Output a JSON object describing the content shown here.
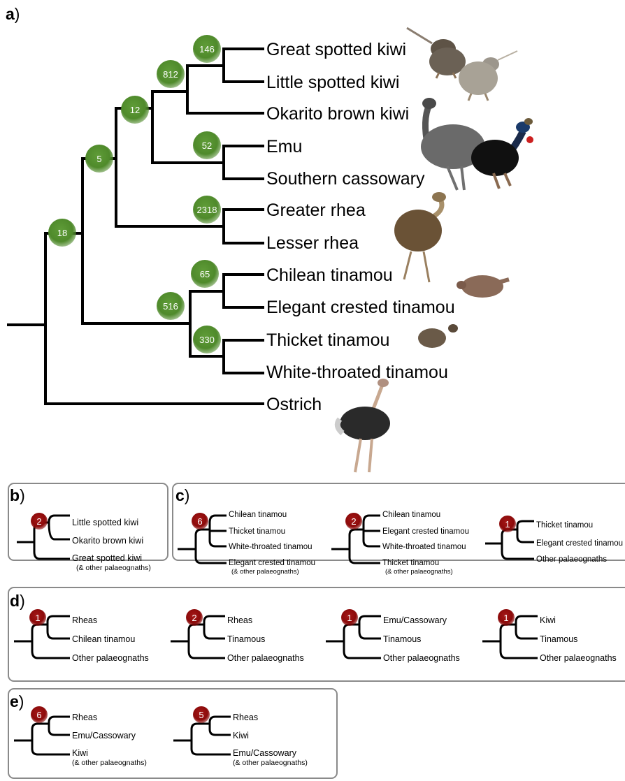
{
  "colors": {
    "support_node": "#4f8a2b",
    "conflict_node": "#8c0a0a",
    "panel_border": "#8a8a8a",
    "branch": "#000000"
  },
  "panel_a": {
    "label": "a",
    "paren": ")",
    "taxa": [
      "Great spotted kiwi",
      "Little spotted kiwi",
      "Okarito brown kiwi",
      "Emu",
      "Southern cassowary",
      "Greater rhea",
      "Lesser rhea",
      "Chilean tinamou",
      "Elegant crested tinamou",
      "Thicket tinamou",
      "White-throated tinamou",
      "Ostrich"
    ],
    "node_counts": {
      "n146": "146",
      "n812": "812",
      "n12": "12",
      "n52": "52",
      "n5": "5",
      "n2318": "2318",
      "n18": "18",
      "n65": "65",
      "n516": "516",
      "n330": "330"
    },
    "illustrations": [
      "kiwi-illustration",
      "emu-illustration",
      "cassowary-illustration",
      "rhea-illustration",
      "tinamou-illustration",
      "ostrich-illustration"
    ]
  },
  "panel_b": {
    "label": "b",
    "paren": ")",
    "trees": [
      {
        "count": "2",
        "top": "Little spotted kiwi",
        "mid": "Okarito brown kiwi",
        "bottom": "Great spotted kiwi",
        "bottom_note": "(& other palaeognaths)"
      }
    ]
  },
  "panel_c": {
    "label": "c",
    "paren": ")",
    "trees": [
      {
        "count": "6",
        "taxa": [
          "Chilean tinamou",
          "Thicket tinamou",
          "White-throated tinamou"
        ],
        "outgroup": "Elegant crested tinamou",
        "outgroup_note": "(& other palaeognaths)"
      },
      {
        "count": "2",
        "taxa": [
          "Chilean tinamou",
          "Elegant crested tinamou",
          "White-throated tinamou"
        ],
        "outgroup": "Thicket tinamou",
        "outgroup_note": "(& other palaeognaths)"
      },
      {
        "count": "1",
        "top": "Thicket tinamou",
        "mid": "Elegant crested tinamou",
        "bottom": "Other palaeognaths"
      }
    ]
  },
  "panel_d": {
    "label": "d",
    "paren": ")",
    "trees": [
      {
        "count": "1",
        "top": "Rheas",
        "mid": "Chilean tinamou",
        "bottom": "Other palaeognaths"
      },
      {
        "count": "2",
        "top": "Rheas",
        "mid": "Tinamous",
        "bottom": "Other palaeognaths"
      },
      {
        "count": "1",
        "top": "Emu/Cassowary",
        "mid": "Tinamous",
        "bottom": "Other palaeognaths"
      },
      {
        "count": "1",
        "top": "Kiwi",
        "mid": "Tinamous",
        "bottom": "Other palaeognaths"
      }
    ]
  },
  "panel_e": {
    "label": "e",
    "paren": ")",
    "trees": [
      {
        "count": "6",
        "top": "Rheas",
        "mid": "Emu/Cassowary",
        "bottom": "Kiwi",
        "bottom_note": "(& other palaeognaths)"
      },
      {
        "count": "5",
        "top": "Rheas",
        "mid": "Kiwi",
        "bottom": "Emu/Cassowary",
        "bottom_note": "(& other palaeognaths)"
      }
    ]
  }
}
